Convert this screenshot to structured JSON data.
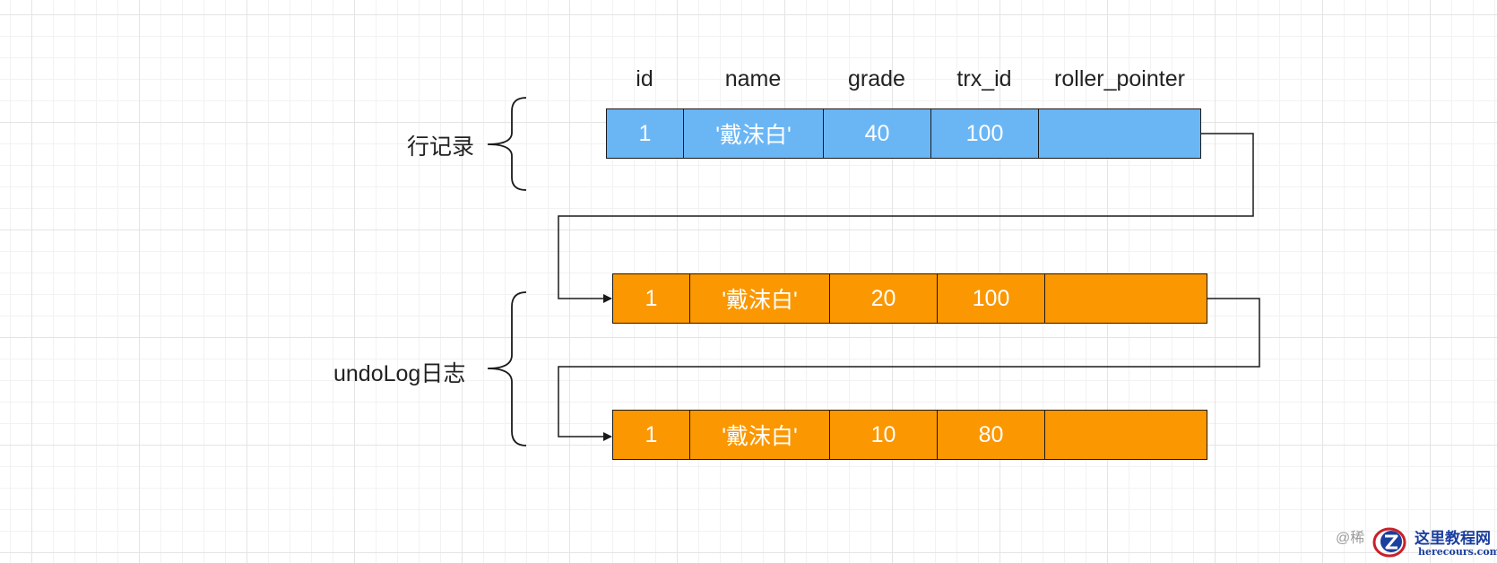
{
  "headers": [
    "id",
    "name",
    "grade",
    "trx_id",
    "roller_pointer"
  ],
  "colors": {
    "row_record": "#6ab6f5",
    "undo_log": "#fb9700",
    "outline": "#1a1a1a",
    "text": "#222222"
  },
  "row_record": {
    "label": "行记录",
    "cells": [
      "1",
      "'戴沫白'",
      "40",
      "100",
      ""
    ]
  },
  "undo_log": {
    "label": "undoLog日志",
    "entries": [
      {
        "cells": [
          "1",
          "'戴沫白'",
          "20",
          "100",
          ""
        ]
      },
      {
        "cells": [
          "1",
          "'戴沫白'",
          "10",
          "80",
          ""
        ]
      }
    ]
  },
  "watermark": {
    "text": "@稀",
    "site_name": "这里教程网",
    "site_url": "herecours.com"
  }
}
